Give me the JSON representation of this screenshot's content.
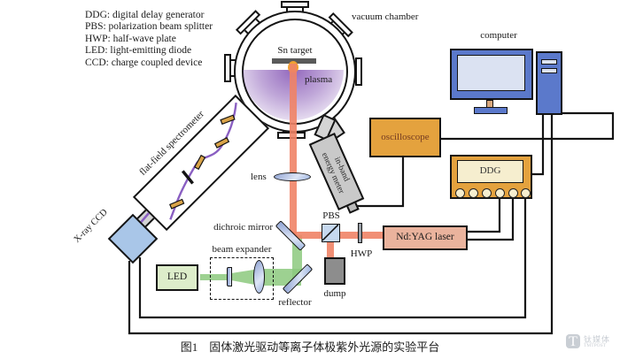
{
  "legend": {
    "lines": [
      "DDG: digital delay generator",
      "PBS: polarization beam splitter",
      "HWP: half-wave plate",
      "LED: light-emitting diode",
      "CCD: charge coupled device"
    ]
  },
  "chamber": {
    "label": "vacuum chamber",
    "sn_target": "Sn target",
    "plasma": "plasma"
  },
  "spectrometer": {
    "label": "flat-field spectrometer"
  },
  "ccd": {
    "label": "X-ray CCD"
  },
  "energy_meter": {
    "line1": "in-band",
    "line2": "energy meter"
  },
  "devices": {
    "oscilloscope": "oscilloscope",
    "ddg": "DDG",
    "computer": "computer",
    "laser": "Nd:YAG laser",
    "led": "LED"
  },
  "optics": {
    "lens": "lens",
    "dichroic_mirror": "dichroic mirror",
    "reflector": "reflector",
    "beam_expander": "beam expander",
    "pbs": "PBS",
    "hwp": "HWP",
    "dump": "dump"
  },
  "caption": "图1　固体激光驱动等离子体极紫外光源的实验平台",
  "watermark": {
    "logo_letter": "T",
    "brand": "钛媒体",
    "brand_sub": "TMTPOST"
  },
  "colors": {
    "instrument_orange": "#e4a23e",
    "panel_cream": "#f6eecf",
    "laser_pink": "#eab39d",
    "computer_blue": "#5b79cb",
    "screen_blue": "#dbe2f2",
    "led_green": "#ddedca",
    "beam_red": "#ef8366",
    "beam_green": "#8cc97e",
    "plasma_purple": "#8c5fb9",
    "optic_blue": "#a9c6e8",
    "grating_gold": "#d9a348"
  }
}
